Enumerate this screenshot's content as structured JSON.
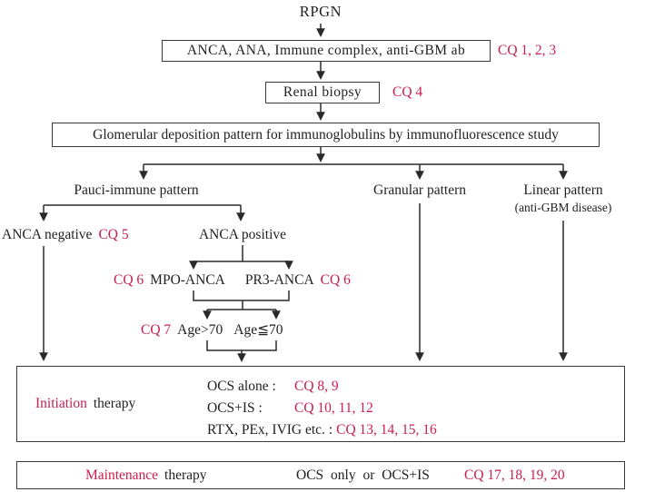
{
  "colors": {
    "accent": "#c81e50",
    "ink": "#1f1f1f",
    "line": "#2a2a2a"
  },
  "flow": {
    "root": "RPGN",
    "serology": {
      "label": "ANCA, ANA, Immune complex, anti-GBM ab",
      "cq": "CQ 1, 2, 3"
    },
    "biopsy": {
      "label": "Renal biopsy",
      "cq": "CQ 4"
    },
    "deposition": {
      "label": "Glomerular deposition pattern for immunoglobulins by immunofluorescence study"
    },
    "patterns": {
      "pauci": {
        "label": "Pauci-immune pattern"
      },
      "granular": {
        "label": "Granular pattern"
      },
      "linear": {
        "label": "Linear pattern",
        "sublabel": "(anti-GBM disease)"
      }
    },
    "anca": {
      "negative": {
        "label": "ANCA negative",
        "cq": "CQ 5"
      },
      "positive": {
        "label": "ANCA positive"
      },
      "mpo": {
        "cq": "CQ 6",
        "label": "MPO-ANCA"
      },
      "pr3": {
        "label": "PR3-ANCA",
        "cq": "CQ 6"
      }
    },
    "age": {
      "cq": "CQ 7",
      "over": "Age>70",
      "under": "Age≦70"
    },
    "initiation": {
      "title_accent": "Initiation",
      "title_rest": "therapy",
      "rows": [
        {
          "label": "OCS alone :",
          "cq": "CQ 8, 9"
        },
        {
          "label": "OCS+IS :",
          "cq": "CQ 10, 11, 12"
        },
        {
          "label": "RTX, PEx, IVIG etc. :",
          "cq": "CQ 13, 14, 15, 16"
        }
      ]
    },
    "maintenance": {
      "title_accent": "Maintenance",
      "title_rest": "therapy",
      "label": "OCS only or OCS+IS",
      "cq": "CQ 17, 18, 19, 20"
    }
  }
}
